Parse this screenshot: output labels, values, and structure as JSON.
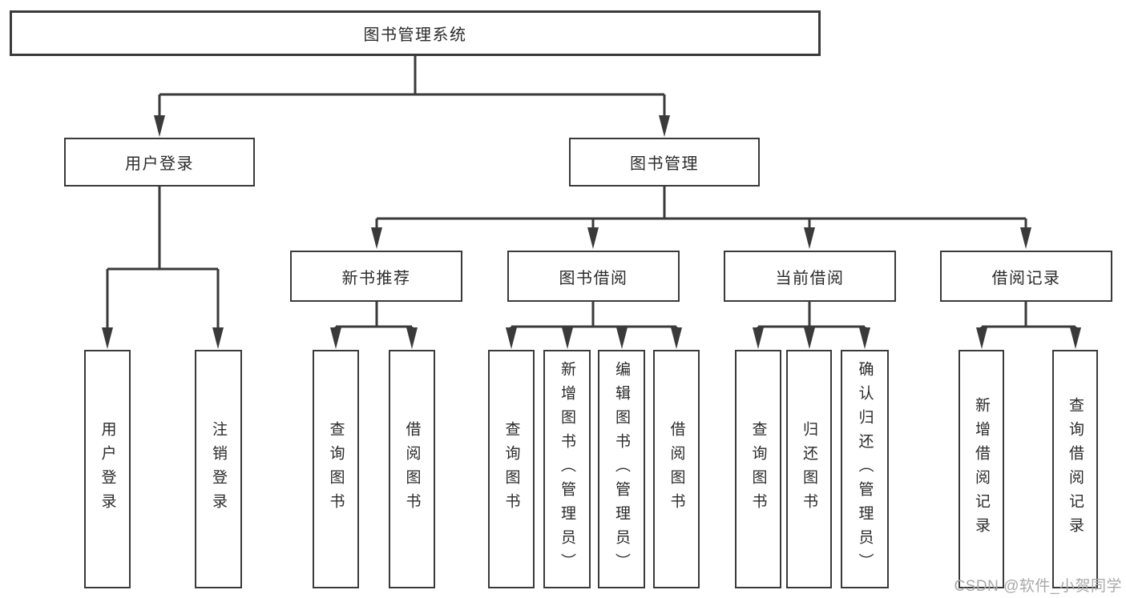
{
  "tree": {
    "root": {
      "label": "图书管理系统",
      "children": [
        {
          "label": "用户登录",
          "children": [
            {
              "label": "用户登录"
            },
            {
              "label": "注销登录"
            }
          ]
        },
        {
          "label": "图书管理",
          "children": [
            {
              "label": "新书推荐",
              "children": [
                {
                  "label": "查询图书"
                },
                {
                  "label": "借阅图书"
                }
              ]
            },
            {
              "label": "图书借阅",
              "children": [
                {
                  "label": "查询图书"
                },
                {
                  "label": "新增图书（管理员）"
                },
                {
                  "label": "编辑图书（管理员）"
                },
                {
                  "label": "借阅图书"
                }
              ]
            },
            {
              "label": "当前借阅",
              "children": [
                {
                  "label": "查询图书"
                },
                {
                  "label": "归还图书"
                },
                {
                  "label": "确认归还（管理员）"
                }
              ]
            },
            {
              "label": "借阅记录",
              "children": [
                {
                  "label": "新增借阅记录"
                },
                {
                  "label": "查询借阅记录"
                }
              ]
            }
          ]
        }
      ]
    }
  },
  "watermark": {
    "text": "CSDN @软件_小贺同学"
  },
  "colors": {
    "line": "#3a3a3a",
    "text": "#2b2b2b",
    "background": "#ffffff",
    "watermark": "#a9a9a9"
  }
}
